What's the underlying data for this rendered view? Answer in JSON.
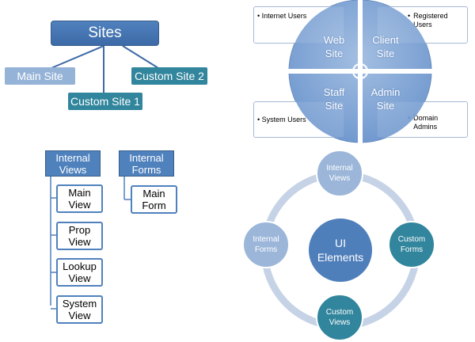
{
  "sites": {
    "root": "Sites",
    "main_site": "Main Site",
    "custom_site_1": "Custom Site 1",
    "custom_site_2": "Custom Site 2"
  },
  "internal_views": {
    "header": [
      "Internal",
      "Views"
    ],
    "items": [
      [
        "Main",
        "View"
      ],
      [
        "Prop",
        "View"
      ],
      [
        "Lookup",
        "View"
      ],
      [
        "System",
        "View"
      ]
    ]
  },
  "internal_forms": {
    "header": [
      "Internal",
      "Forms"
    ],
    "items": [
      [
        "Main",
        "Form"
      ]
    ]
  },
  "quad": {
    "web_site": [
      "Web",
      "Site"
    ],
    "client_site": [
      "Client",
      "Site"
    ],
    "staff_site": [
      "Staff",
      "Site"
    ],
    "admin_site": [
      "Admin",
      "Site"
    ],
    "internet_users": "Internet Users",
    "registered_users": [
      "Registered",
      "Users"
    ],
    "system_users": "System Users",
    "domain_admins": [
      "Domain",
      "Admins"
    ]
  },
  "cycle": {
    "center": [
      "UI",
      "Elements"
    ],
    "top": [
      "Internal",
      "Views"
    ],
    "right": [
      "Custom",
      "Forms"
    ],
    "bottom": [
      "Custom",
      "Views"
    ],
    "left": [
      "Internal",
      "Forms"
    ]
  },
  "colors": {
    "dark_blue": "#4f81bd",
    "light_blue": "#95b3d7",
    "teal": "#31859c",
    "quad_fill": "#7ea2d3",
    "ring": "#c6d3e6"
  }
}
